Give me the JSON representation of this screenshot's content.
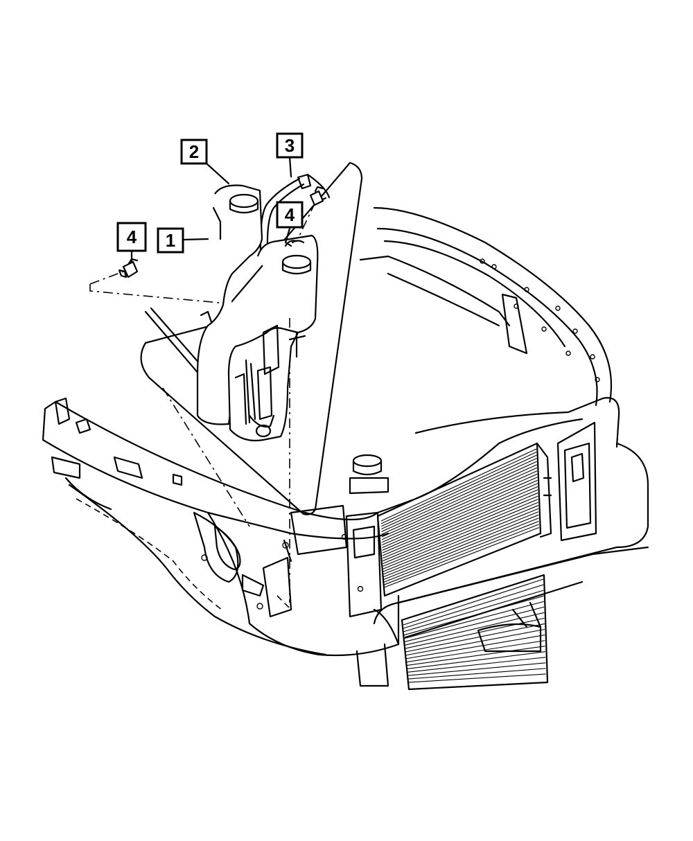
{
  "callouts": [
    {
      "id": "c1",
      "label": "1"
    },
    {
      "id": "c2",
      "label": "2"
    },
    {
      "id": "c3",
      "label": "3"
    },
    {
      "id": "c4a",
      "label": "4"
    },
    {
      "id": "c4b",
      "label": "4"
    }
  ],
  "colors": {
    "line": "#000000",
    "background": "#ffffff"
  }
}
